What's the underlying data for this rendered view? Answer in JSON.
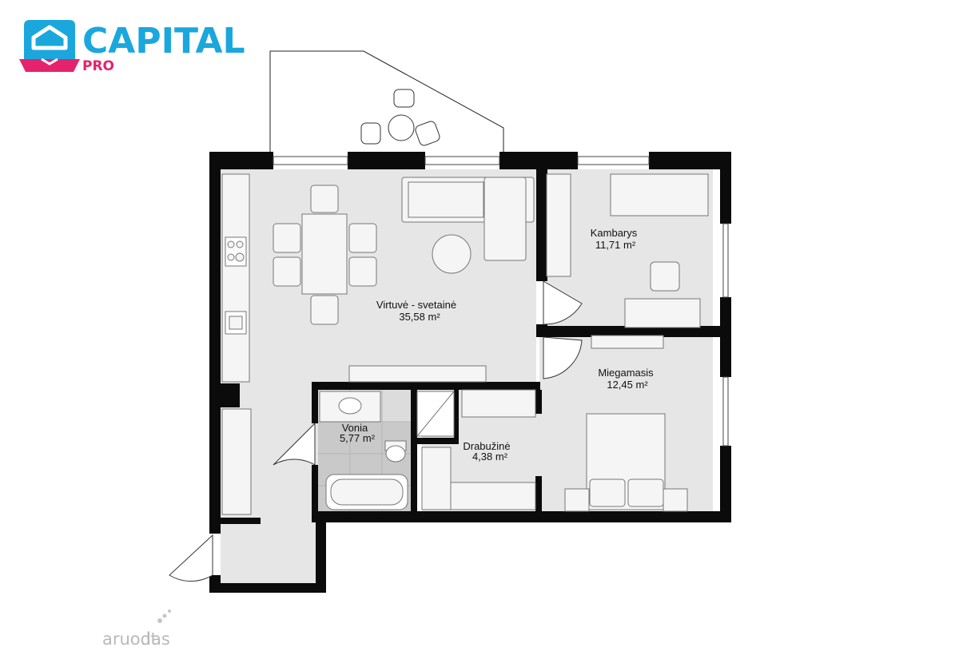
{
  "brand": {
    "name": "CAPITAL",
    "sub": "PRO",
    "colors": {
      "blue": "#1aa7dd",
      "pink": "#e5236c"
    }
  },
  "watermark": {
    "text": "aruodas",
    "suffix": ".lt"
  },
  "rooms": [
    {
      "name": "Virtuvė - svetainė",
      "area": "35,58 m²"
    },
    {
      "name": "Kambarys",
      "area": "11,71 m²"
    },
    {
      "name": "Miegamasis",
      "area": "12,45 m²"
    },
    {
      "name": "Vonia",
      "area": "5,77 m²"
    },
    {
      "name": "Drabužinė",
      "area": "4,38 m²"
    }
  ],
  "colors": {
    "wall": "#0b0b0b",
    "floor": "#e6e6e6",
    "bath_tile": "#c9c9c9",
    "furniture_stroke": "#888888",
    "furniture_fill": "#f5f5f5"
  }
}
